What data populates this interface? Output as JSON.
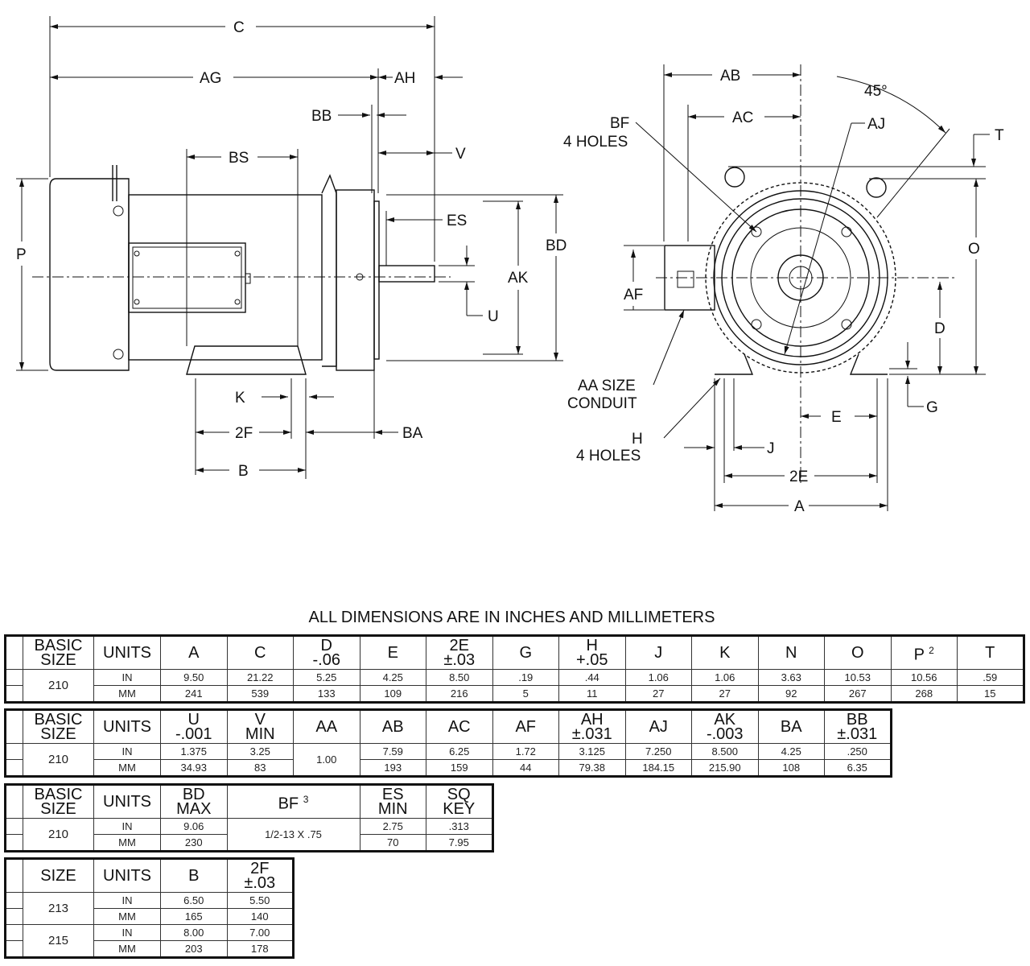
{
  "title": "ALL DIMENSIONS ARE IN INCHES AND MILLIMETERS",
  "side_view_labels": {
    "C": "C",
    "AG": "AG",
    "AH": "AH",
    "BB": "BB",
    "BS": "BS",
    "V": "V",
    "ES": "ES",
    "P": "P",
    "BD": "BD",
    "AK": "AK",
    "U": "U",
    "K": "K",
    "2F": "2F",
    "BA": "BA",
    "B": "B"
  },
  "end_view_labels": {
    "AB": "AB",
    "angle": "45°",
    "BF": "BF",
    "BF_note": "4 HOLES",
    "AC": "AC",
    "AJ": "AJ",
    "T": "T",
    "O": "O",
    "AF": "AF",
    "D": "D",
    "AA": "AA SIZE",
    "AA_note": "CONDUIT",
    "G": "G",
    "E": "E",
    "H": "H",
    "H_note": "4 HOLES",
    "J": "J",
    "2E": "2E",
    "A": "A"
  },
  "tables": [
    {
      "headers": [
        [
          "BASIC",
          "SIZE"
        ],
        [
          "UNITS"
        ],
        [
          "A"
        ],
        [
          "C"
        ],
        [
          "D",
          "-.06"
        ],
        [
          "E"
        ],
        [
          "2E",
          "±.03"
        ],
        [
          "G"
        ],
        [
          "H",
          "+.05"
        ],
        [
          "J"
        ],
        [
          "K"
        ],
        [
          "N"
        ],
        [
          "O"
        ],
        [
          "P",
          "2"
        ],
        [
          "T"
        ]
      ],
      "size": "210",
      "units": [
        "IN",
        "MM"
      ],
      "rows": [
        [
          "9.50",
          "21.22",
          "5.25",
          "4.25",
          "8.50",
          ".19",
          ".44",
          "1.06",
          "1.06",
          "3.63",
          "10.53",
          "10.56",
          ".59"
        ],
        [
          "241",
          "539",
          "133",
          "109",
          "216",
          "5",
          "11",
          "27",
          "27",
          "92",
          "267",
          "268",
          "15"
        ]
      ]
    },
    {
      "headers": [
        [
          "BASIC",
          "SIZE"
        ],
        [
          "UNITS"
        ],
        [
          "U",
          "-.001"
        ],
        [
          "V",
          "MIN"
        ],
        [
          "AA"
        ],
        [
          "AB"
        ],
        [
          "AC"
        ],
        [
          "AF"
        ],
        [
          "AH",
          "±.031"
        ],
        [
          "AJ"
        ],
        [
          "AK",
          "-.003"
        ],
        [
          "BA"
        ],
        [
          "BB",
          "±.031"
        ]
      ],
      "size": "210",
      "units": [
        "IN",
        "MM"
      ],
      "merged": {
        "col": 2,
        "value": "1.00"
      },
      "rows": [
        [
          "1.375",
          "3.25",
          "7.59",
          "6.25",
          "1.72",
          "3.125",
          "7.250",
          "8.500",
          "4.25",
          ".250"
        ],
        [
          "34.93",
          "83",
          "193",
          "159",
          "44",
          "79.38",
          "184.15",
          "215.90",
          "108",
          "6.35"
        ]
      ]
    },
    {
      "headers": [
        [
          "BASIC",
          "SIZE"
        ],
        [
          "UNITS"
        ],
        [
          "BD",
          "MAX"
        ],
        [
          "BF",
          "3"
        ],
        [
          "ES",
          "MIN"
        ],
        [
          "SQ",
          "KEY"
        ]
      ],
      "size": "210",
      "units": [
        "IN",
        "MM"
      ],
      "merged": {
        "col": 1,
        "value": "1/2-13 X .75"
      },
      "rows": [
        [
          "9.06",
          "2.75",
          ".313"
        ],
        [
          "230",
          "70",
          "7.95"
        ]
      ]
    },
    {
      "headers": [
        [
          "SIZE"
        ],
        [
          "UNITS"
        ],
        [
          "B"
        ],
        [
          "2F",
          "±.03"
        ]
      ],
      "groups": [
        {
          "size": "213",
          "units": [
            "IN",
            "MM"
          ],
          "rows": [
            [
              "6.50",
              "5.50"
            ],
            [
              "165",
              "140"
            ]
          ]
        },
        {
          "size": "215",
          "units": [
            "IN",
            "MM"
          ],
          "rows": [
            [
              "8.00",
              "7.00"
            ],
            [
              "203",
              "178"
            ]
          ]
        }
      ]
    }
  ]
}
